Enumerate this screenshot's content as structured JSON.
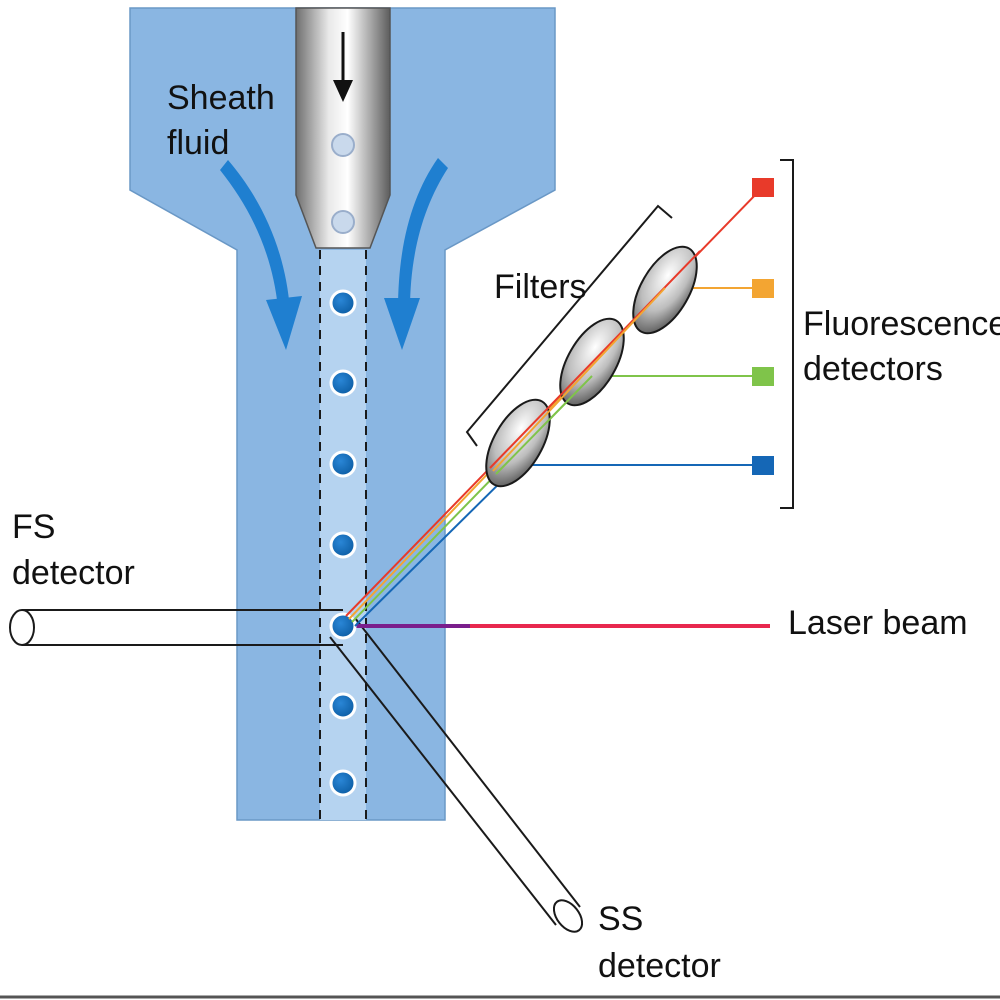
{
  "labels": {
    "sheath_line1": "Sheath",
    "sheath_line2": "fluid",
    "filters": "Filters",
    "fluor_line1": "Fluorescence",
    "fluor_line2": "detectors",
    "fs_line1": "FS",
    "fs_line2": "detector",
    "laser": "Laser beam",
    "ss_line1": "SS",
    "ss_line2": "detector"
  },
  "colors": {
    "chamber": "#8ab6e2",
    "core_stream": "#b5d3f0",
    "cell": "#0b63ad",
    "arrow": "#1f7fd0",
    "laser": "#e8284e",
    "laser_glow": "#ffb3c4",
    "red": "#e83a2a",
    "orange": "#f3a532",
    "green": "#7fc44a",
    "blue": "#1567b6"
  },
  "icons": {
    "flow_arrow": "down-arrow-icon",
    "sheath_arrows": "curved-arrow-icon"
  }
}
